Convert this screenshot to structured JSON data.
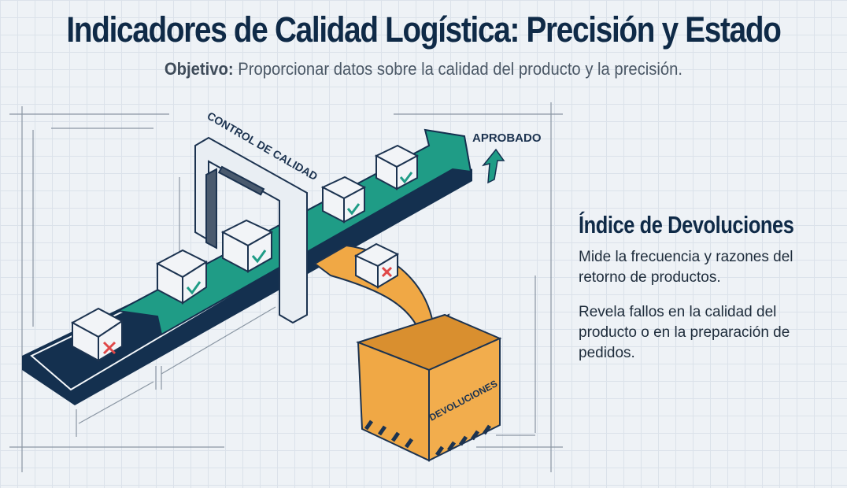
{
  "header": {
    "title": "Indicadores de Calidad Logística: Precisión y Estado",
    "objective_label": "Objetivo:",
    "objective_text": " Proporcionar datos sobre la calidad del producto y la precisión."
  },
  "illustration": {
    "gate_label": "CONTROL DE CALIDAD",
    "approved_label": "APROBADO",
    "returns_box_label": "DEVOLUCIONES",
    "colors": {
      "navy": "#14304f",
      "teal": "#1f9c86",
      "orange": "#f0a845",
      "reject": "#e04848"
    }
  },
  "panel": {
    "heading": "Índice de Devoluciones",
    "paragraph1": "Mide la frecuencia y razones del retorno de productos.",
    "paragraph2": "Revela fallos en la calidad del producto o en la preparación de pedidos."
  }
}
